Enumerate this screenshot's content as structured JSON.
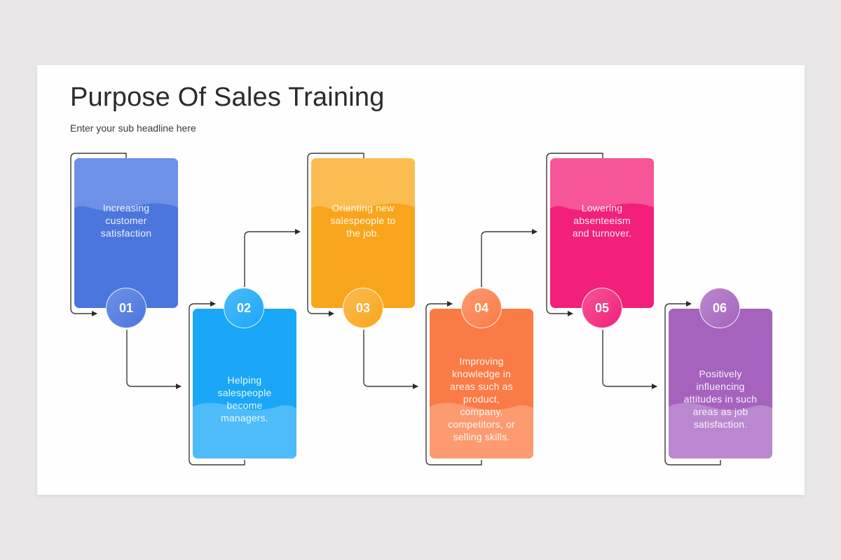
{
  "slide": {
    "title": "Purpose Of Sales Training",
    "subtitle": "Enter your sub headline here"
  },
  "steps": [
    {
      "number": "01",
      "text": "Increasing customer satisfaction",
      "color": "#4a76dd",
      "color_light": "#6d91e6",
      "position": "top"
    },
    {
      "number": "02",
      "text": "Helping salespeople become managers.",
      "color": "#1aa7f7",
      "color_light": "#4dbcf9",
      "position": "bottom"
    },
    {
      "number": "03",
      "text": "Orienting new salespeople to the job.",
      "color": "#f9a51c",
      "color_light": "#fbbc52",
      "position": "top"
    },
    {
      "number": "04",
      "text": "Improving knowledge in areas such as product, company, competitors, or selling skills.",
      "color": "#fb7b46",
      "color_light": "#fc9a70",
      "position": "bottom"
    },
    {
      "number": "05",
      "text": "Lowering absenteeism and turnover.",
      "color": "#f2207a",
      "color_light": "#f65597",
      "position": "top"
    },
    {
      "number": "06",
      "text": "Positively influencing attitudes in such areas as job satisfaction.",
      "color": "#a563be",
      "color_light": "#bb88cf",
      "position": "bottom"
    }
  ],
  "step_texts": {
    "s1": [
      "Increasing",
      "customer",
      "satisfaction"
    ],
    "s2": [
      "Helping",
      "salespeople",
      "become",
      "managers."
    ],
    "s3": [
      "Orienting new",
      "salespeople to",
      "the job."
    ],
    "s4": [
      "Improving",
      "knowledge in",
      "areas such as",
      "product,",
      "company,",
      "competitors, or",
      "selling skills."
    ],
    "s5": [
      "Lowering",
      "absenteeism",
      "and turnover."
    ],
    "s6": [
      "Positively",
      "influencing",
      "attitudes in such",
      "areas as job",
      "satisfaction."
    ]
  }
}
